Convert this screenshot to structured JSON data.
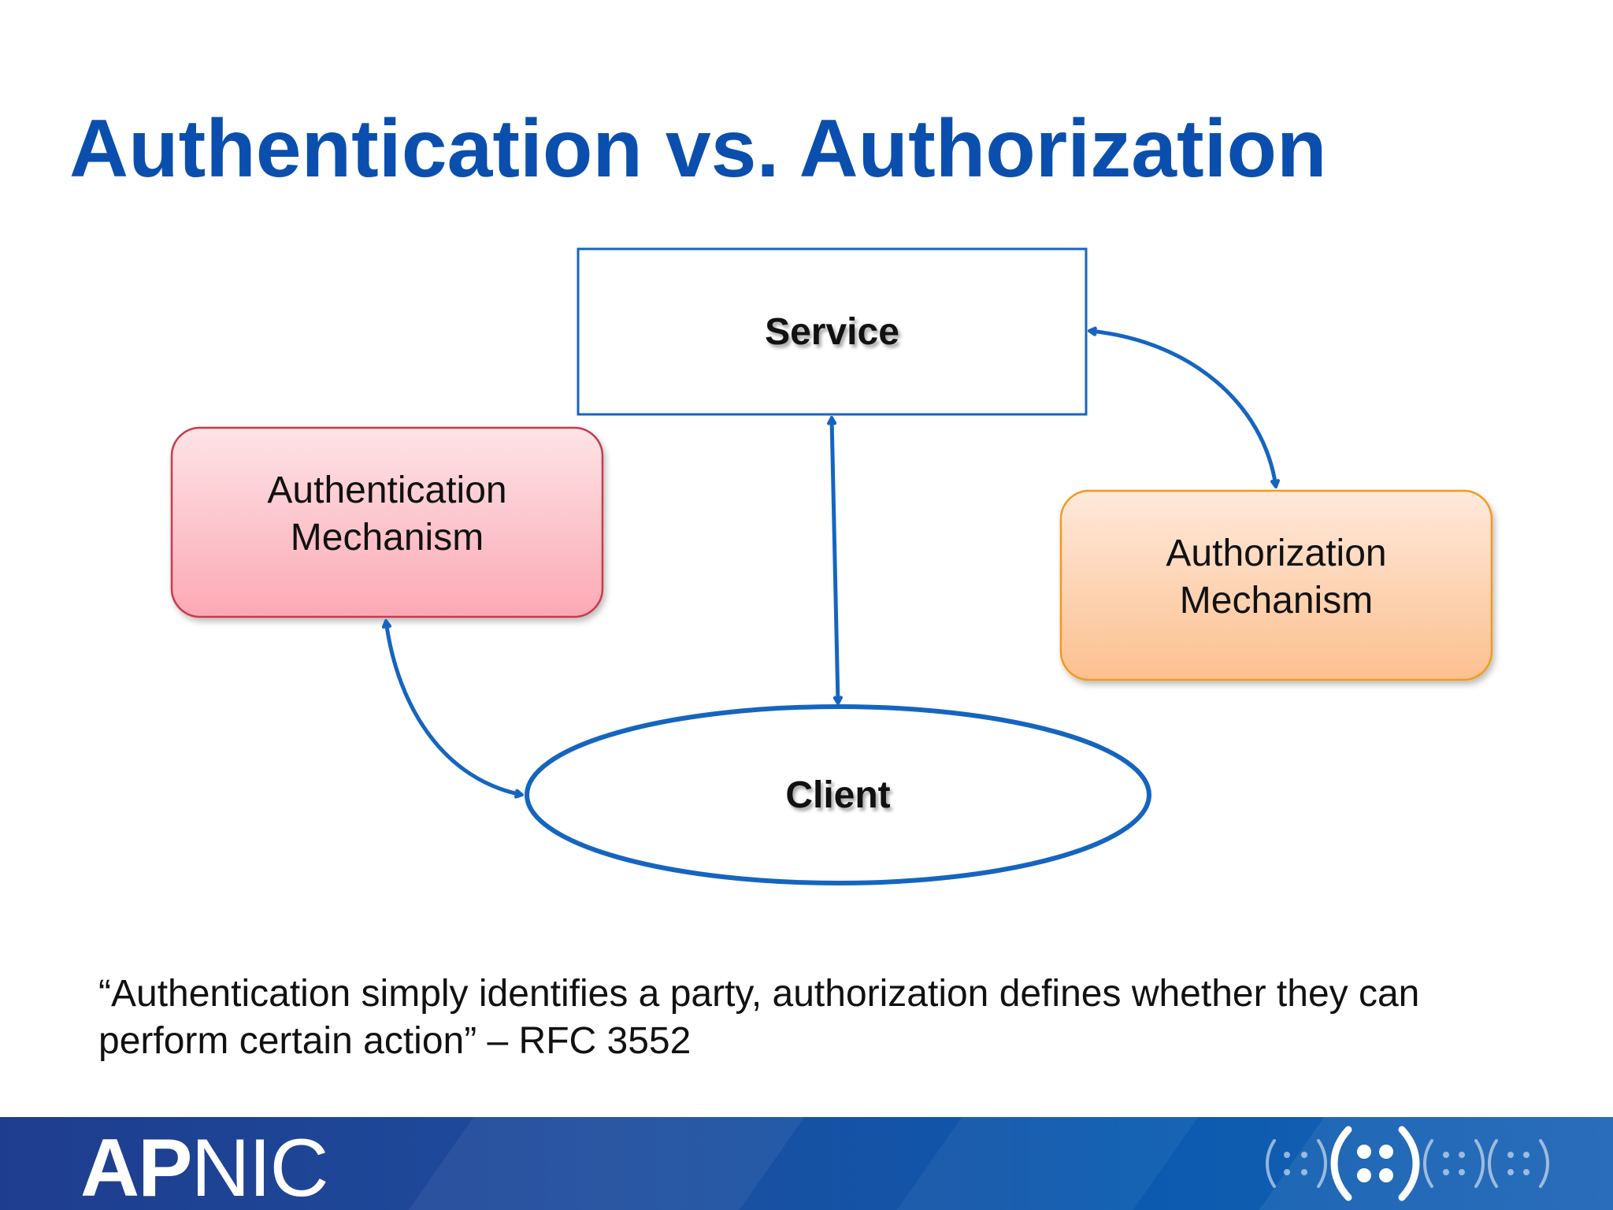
{
  "slide": {
    "title": "Authentication vs. Authorization",
    "quote_line1": "“Authentication simply identifies a party, authorization defines whether they can",
    "quote_line2": "perform certain action” – RFC 3552"
  },
  "diagram": {
    "nodes": {
      "service": "Service",
      "client": "Client",
      "authentication_line1": "Authentication",
      "authentication_line2": "Mechanism",
      "authorization_line1": "Authorization",
      "authorization_line2": "Mechanism"
    },
    "edges": [
      {
        "from": "Service",
        "to": "Client",
        "direction": "both"
      },
      {
        "from": "Service",
        "to": "Authorization Mechanism",
        "direction": "both"
      },
      {
        "from": "Authentication Mechanism",
        "to": "Client",
        "direction": "both"
      }
    ],
    "colors": {
      "title": "#0b4fae",
      "connector": "#1565c0",
      "authentication_fill": "#fcb3bd",
      "authorization_fill": "#fcc08f"
    }
  },
  "footer": {
    "logo": "APNIC",
    "logo_bold_part": "AP",
    "logo_regular_part": "NIC",
    "mark_icon": "apnic-braille-mark-icon"
  }
}
